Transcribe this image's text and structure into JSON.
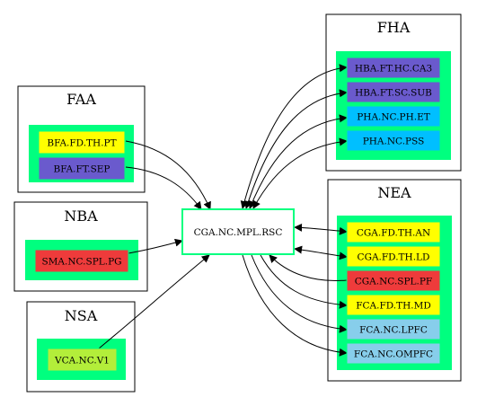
{
  "colors": {
    "green": "#00ff7f",
    "yellow": "#ffff00",
    "purple": "#6a5acd",
    "cyan": "#00bfff",
    "red": "#ee3b3b",
    "lightgreen": "#b3ee3a",
    "skyblue": "#87ceeb",
    "center_border": "#00ff7f"
  },
  "clusters": {
    "faa": {
      "title": "FAA"
    },
    "nba": {
      "title": "NBA"
    },
    "nsa": {
      "title": "NSA"
    },
    "fha": {
      "title": "FHA"
    },
    "nea": {
      "title": "NEA"
    }
  },
  "nodes": {
    "center": {
      "label": "CGA.NC.MPL.RSC"
    },
    "faa": [
      {
        "label": "BFA.FD.TH.PT",
        "fill": "yellow"
      },
      {
        "label": "BFA.FT.SEP",
        "fill": "purple"
      }
    ],
    "nba": [
      {
        "label": "SMA.NC.SPL.PG",
        "fill": "red"
      }
    ],
    "nsa": [
      {
        "label": "VCA.NC.V1",
        "fill": "lightgreen"
      }
    ],
    "fha": [
      {
        "label": "HBA.FT.HC.CA3",
        "fill": "purple"
      },
      {
        "label": "HBA.FT.SC.SUB",
        "fill": "purple"
      },
      {
        "label": "PHA.NC.PH.ET",
        "fill": "cyan"
      },
      {
        "label": "PHA.NC.PSS",
        "fill": "cyan"
      }
    ],
    "nea": [
      {
        "label": "CGA.FD.TH.AN",
        "fill": "yellow"
      },
      {
        "label": "CGA.FD.TH.LD",
        "fill": "yellow"
      },
      {
        "label": "CGA.NC.SPL.PF",
        "fill": "red"
      },
      {
        "label": "FCA.FD.TH.MD",
        "fill": "yellow"
      },
      {
        "label": "FCA.NC.LPFC",
        "fill": "skyblue"
      },
      {
        "label": "FCA.NC.OMPFC",
        "fill": "skyblue"
      }
    ]
  }
}
